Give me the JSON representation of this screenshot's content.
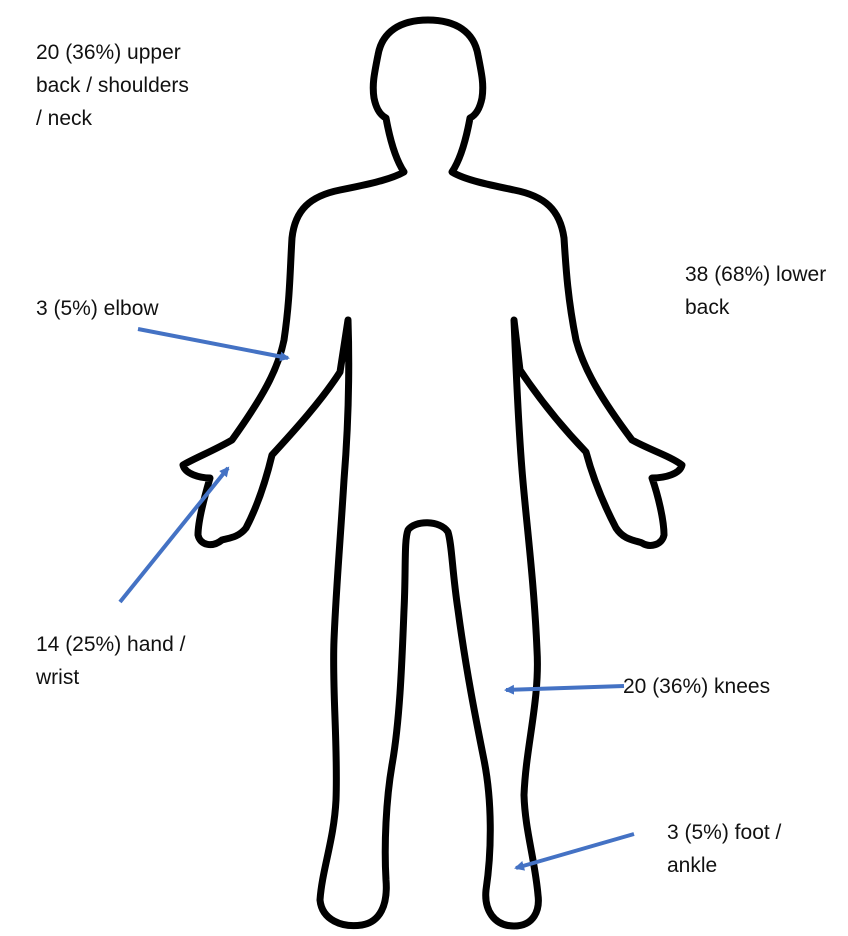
{
  "colors": {
    "outline": "#000000",
    "arrow": "#4472C4",
    "text": "#111111",
    "background": "#ffffff"
  },
  "regions": {
    "upper_back": {
      "count": 20,
      "percent": 36,
      "lines": [
        "20 (36%) upper",
        "back / shoulders",
        "/ neck"
      ]
    },
    "lower_back": {
      "count": 38,
      "percent": 68,
      "lines": [
        "38 (68%) lower",
        "back"
      ]
    },
    "elbow": {
      "count": 3,
      "percent": 5,
      "lines": [
        "3 (5%) elbow"
      ]
    },
    "hand_wrist": {
      "count": 14,
      "percent": 25,
      "lines": [
        "14 (25%) hand /",
        "wrist"
      ]
    },
    "knees": {
      "count": 20,
      "percent": 36,
      "lines": [
        "20 (36%) knees"
      ]
    },
    "foot_ankle": {
      "count": 3,
      "percent": 5,
      "lines": [
        "3 (5%) foot /",
        "ankle"
      ]
    }
  },
  "figure": {
    "icon": "human-body-outline-icon"
  }
}
